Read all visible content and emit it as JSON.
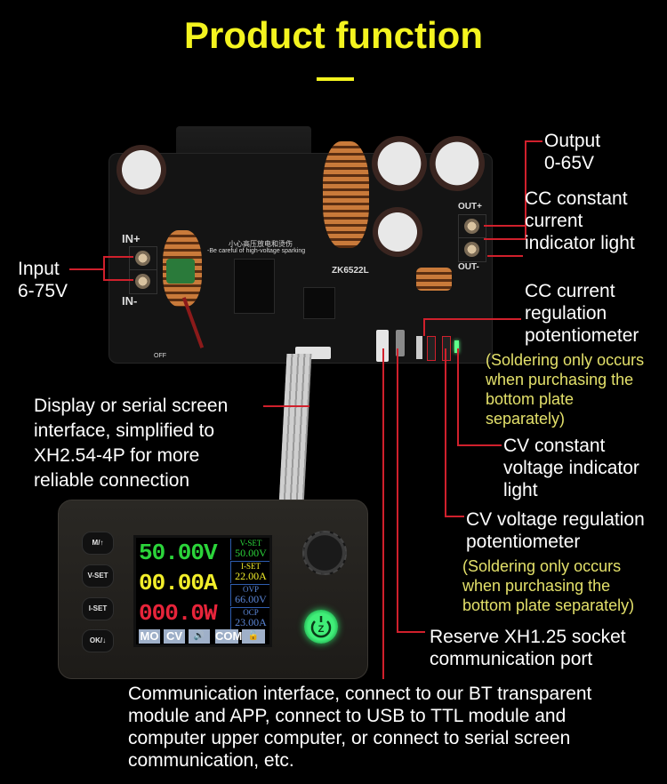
{
  "title": "Product function",
  "board": {
    "model": "ZK6522L",
    "in_plus": "IN+",
    "in_minus": "IN-",
    "out_plus": "OUT+",
    "out_minus": "OUT-",
    "warning_cn": "小心高压放电和烫伤",
    "warning_en": "-Be careful of high-voltage sparking",
    "switch_label": "OFF"
  },
  "labels": {
    "output": [
      "Output",
      "0-65V"
    ],
    "cc_light": [
      "CC constant",
      "current",
      "indicator light"
    ],
    "input": [
      "Input",
      "6-75V"
    ],
    "cc_pot": [
      "CC current",
      "regulation",
      "potentiometer"
    ],
    "cc_pot_note": [
      "(Soldering only occurs",
      "when purchasing the",
      "bottom plate",
      "separately)"
    ],
    "display_iface": [
      "Display or serial screen",
      "interface, simplified to",
      "XH2.54-4P for more",
      "reliable connection"
    ],
    "cv_light": [
      "CV constant",
      "voltage indicator",
      "light"
    ],
    "cv_pot": [
      "CV voltage regulation",
      "potentiometer"
    ],
    "cv_pot_note": [
      "(Soldering only occurs",
      "when purchasing the",
      "bottom plate separately)"
    ],
    "reserve_port": [
      "Reserve XH1.25 socket",
      "communication port"
    ],
    "comm_iface": [
      "Communication interface, connect to our BT transparent",
      "module and APP, connect to USB to TTL module and",
      "computer upper computer, or connect to serial screen",
      "communication, etc."
    ]
  },
  "module": {
    "buttons": [
      "M/↑",
      "V-SET",
      "I-SET",
      "OK/↓"
    ],
    "screen": {
      "voltage": "50.00V",
      "current": "00.00A",
      "power": "000.0W",
      "vset_label": "V-SET",
      "vset_value": "50.00V",
      "iset_label": "I-SET",
      "iset_value": "22.00A",
      "ovp_label": "OVP",
      "ovp_value": "66.00V",
      "ocp_label": "OCP",
      "ocp_value": "23.00A",
      "status": [
        "MO",
        "CV",
        "🔊",
        "COM",
        "🔓"
      ]
    }
  },
  "colors": {
    "title": "#f4f41f",
    "leader": "#d0202c",
    "note": "#e3e06a",
    "voltage": "#2bd43a",
    "current": "#f2ee2a",
    "power": "#e8243a",
    "vset": "#2bd43a",
    "iset": "#f2ee2a",
    "prot": "#5b86d6",
    "power_button": "#2bd160"
  }
}
